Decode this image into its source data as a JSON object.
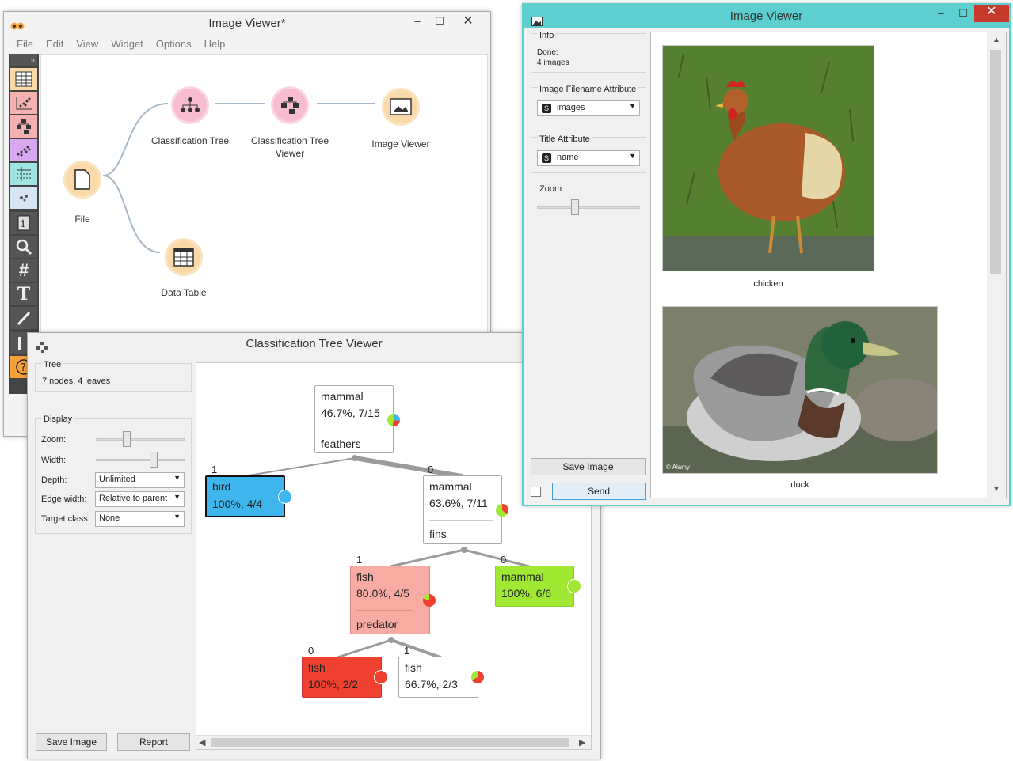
{
  "canvas_window": {
    "title": "Image Viewer*",
    "menu": [
      "File",
      "Edit",
      "View",
      "Widget",
      "Options",
      "Help"
    ],
    "nodes": {
      "file": "File",
      "classification_tree": "Classification Tree",
      "tree_viewer_l1": "Classification Tree",
      "tree_viewer_l2": "Viewer",
      "image_viewer": "Image Viewer",
      "data_table": "Data Table"
    }
  },
  "tree_window": {
    "title": "Classification Tree Viewer",
    "tree_box": {
      "title": "Tree",
      "info": "7 nodes, 4 leaves"
    },
    "display_box": {
      "title": "Display",
      "zoom_label": "Zoom:",
      "zoom_level": 0.3,
      "width_label": "Width:",
      "width_level": 0.6,
      "depth_label": "Depth:",
      "depth_value": "Unlimited",
      "edge_width_label": "Edge width:",
      "edge_width_value": "Relative to parent",
      "target_class_label": "Target class:",
      "target_class_value": "None"
    },
    "save_image": "Save Image",
    "report": "Report",
    "tree": {
      "root": {
        "class": "mammal",
        "stats": "46.7%, 7/15",
        "split": "feathers"
      },
      "bird": {
        "edge": "1",
        "class": "bird",
        "stats": "100%, 4/4"
      },
      "mammal2": {
        "edge": "0",
        "class": "mammal",
        "stats": "63.6%, 7/11",
        "split": "fins"
      },
      "fish": {
        "edge": "1",
        "class": "fish",
        "stats": "80.0%, 4/5",
        "split": "predator"
      },
      "mammal_leaf": {
        "edge": "0",
        "class": "mammal",
        "stats": "100%, 6/6"
      },
      "fish_leaf1": {
        "edge": "0",
        "class": "fish",
        "stats": "100%, 2/2"
      },
      "fish_leaf2": {
        "edge": "1",
        "class": "fish",
        "stats": "66.7%, 2/3"
      }
    },
    "colors": {
      "bird": "#3fb5ee",
      "mammal": "#a0e832",
      "fish": "#ef4030",
      "fish_light": "#f8aba3"
    }
  },
  "image_window": {
    "title": "Image Viewer",
    "info_box": {
      "title": "Info",
      "line1": "Done:",
      "line2": "4 images"
    },
    "filename_box": {
      "title": "Image Filename Attribute",
      "value": "images",
      "type_badge": "S"
    },
    "title_box": {
      "title": "Title Attribute",
      "value": "name",
      "type_badge": "S"
    },
    "zoom_box": {
      "title": "Zoom",
      "zoom_level": 0.35
    },
    "save_image": "Save Image",
    "send": "Send",
    "images": [
      {
        "caption": "chicken"
      },
      {
        "caption": "duck",
        "watermark": "© Alamy"
      }
    ]
  }
}
